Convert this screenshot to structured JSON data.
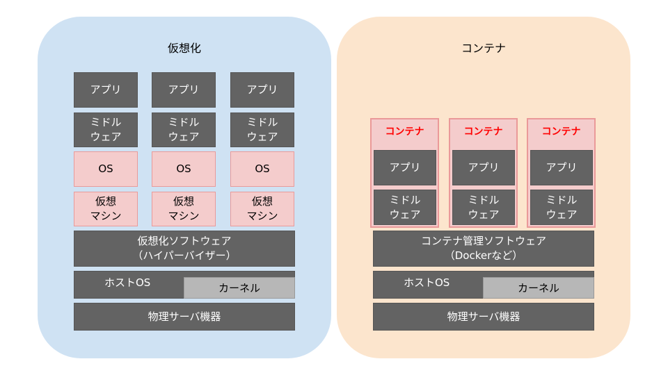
{
  "virtualization": {
    "title": "仮想化",
    "vms": [
      {
        "app": "アプリ",
        "middleware": "ミドル\nウェア",
        "os": "OS",
        "vm": "仮想\nマシン"
      },
      {
        "app": "アプリ",
        "middleware": "ミドル\nウェア",
        "os": "OS",
        "vm": "仮想\nマシン"
      },
      {
        "app": "アプリ",
        "middleware": "ミドル\nウェア",
        "os": "OS",
        "vm": "仮想\nマシン"
      }
    ],
    "hypervisor": "仮想化ソフトウェア\n（ハイパーバイザー）",
    "host_os": "ホストOS",
    "kernel": "カーネル",
    "hardware": "物理サーバ機器"
  },
  "container": {
    "title": "コンテナ",
    "containers": [
      {
        "label": "コンテナ",
        "app": "アプリ",
        "middleware": "ミドル\nウェア"
      },
      {
        "label": "コンテナ",
        "app": "アプリ",
        "middleware": "ミドル\nウェア"
      },
      {
        "label": "コンテナ",
        "app": "アプリ",
        "middleware": "ミドル\nウェア"
      }
    ],
    "engine": "コンテナ管理ソフトウェア\n（Dockerなど）",
    "host_os": "ホストOS",
    "kernel": "カーネル",
    "hardware": "物理サーバ機器"
  },
  "colors": {
    "virt_bg": "#cfe2f3",
    "container_bg": "#fce5cd",
    "accent": "#ff0000"
  }
}
